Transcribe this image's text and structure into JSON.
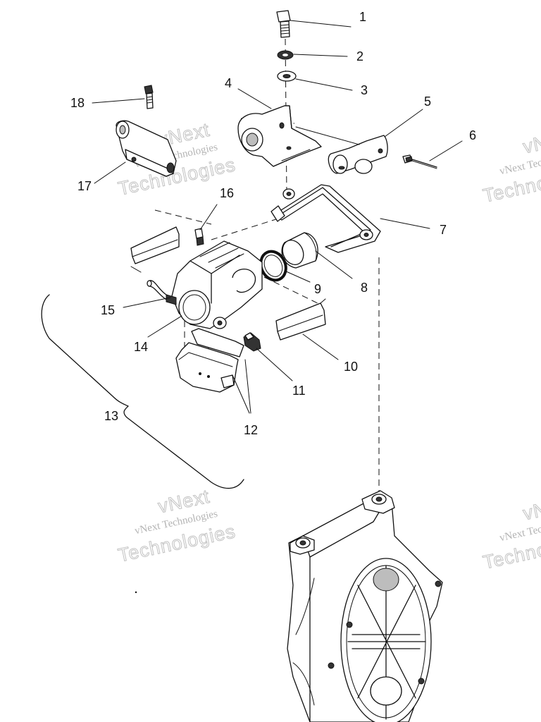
{
  "callouts": [
    {
      "num": "1"
    },
    {
      "num": "2"
    },
    {
      "num": "3"
    },
    {
      "num": "4"
    },
    {
      "num": "5"
    },
    {
      "num": "6"
    },
    {
      "num": "7"
    },
    {
      "num": "8"
    },
    {
      "num": "9"
    },
    {
      "num": "10"
    },
    {
      "num": "11"
    },
    {
      "num": "12"
    },
    {
      "num": "13"
    },
    {
      "num": "14"
    },
    {
      "num": "15"
    },
    {
      "num": "16"
    },
    {
      "num": "17"
    },
    {
      "num": "18"
    }
  ],
  "watermark": {
    "line1": "vNext Technologies",
    "top": "vNext",
    "bottom": "Technologies"
  }
}
